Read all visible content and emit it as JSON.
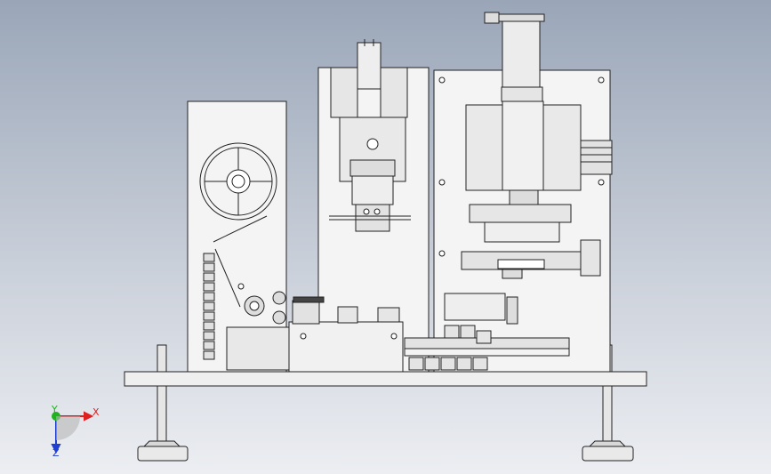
{
  "viewport": {
    "name": "cad-3d-viewport",
    "background_top": "#9aa6b8",
    "background_bottom": "#eceef2"
  },
  "triad": {
    "x_label": "X",
    "y_label": "Y",
    "z_label": "Z",
    "x_color": "#e02020",
    "y_color": "#20b020",
    "z_color": "#2040d0"
  },
  "model": {
    "line_color": "#222222",
    "fill_light": "#f2f2f2",
    "fill_mid": "#dcdcdc",
    "fill_dark": "#9a9a9a"
  }
}
